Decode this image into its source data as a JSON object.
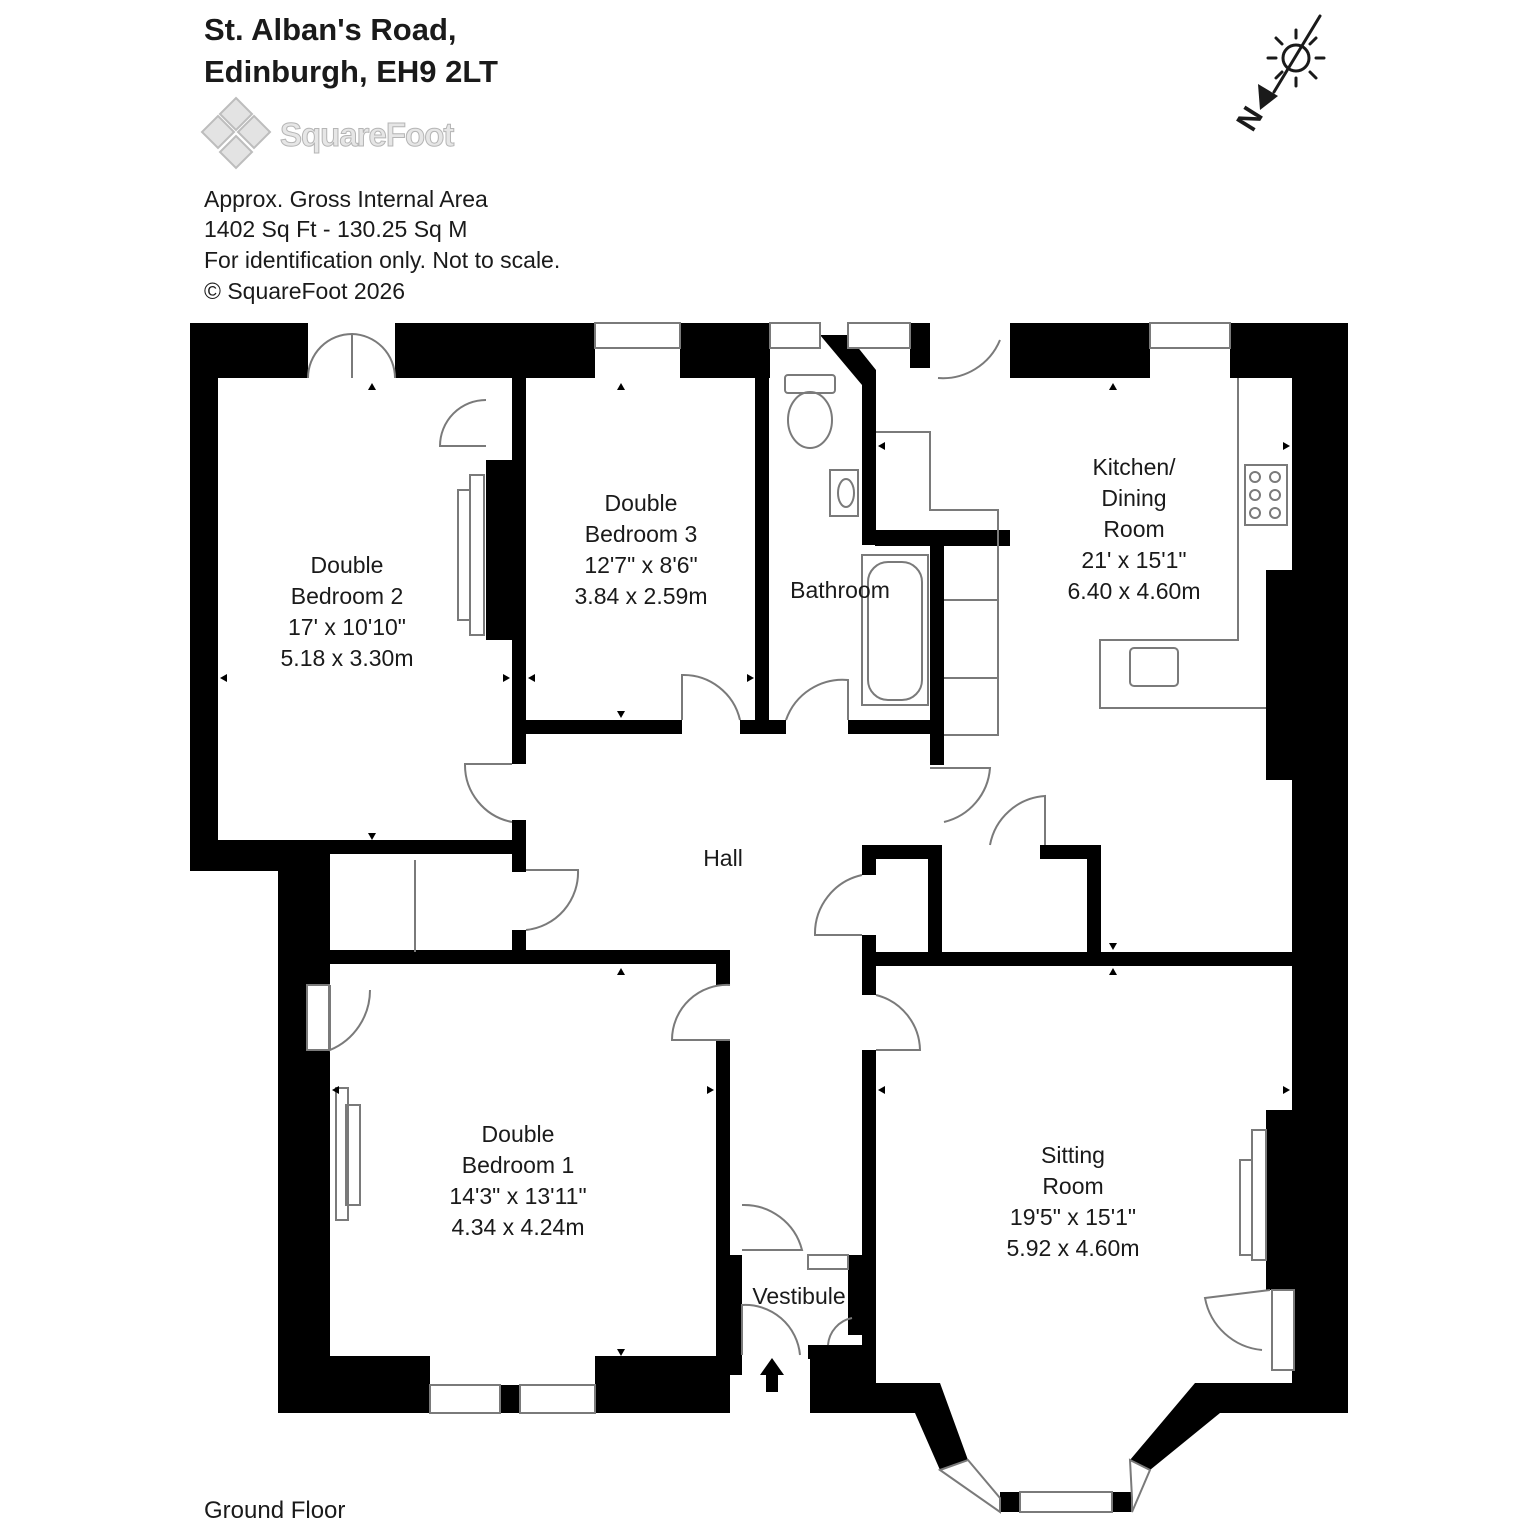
{
  "header": {
    "address_line1": "St. Alban's Road,",
    "address_line2": "Edinburgh, EH9 2LT",
    "logo": "SquareFoot",
    "area_title": "Approx. Gross Internal Area",
    "area_value": "1402 Sq Ft  -  130.25 Sq M",
    "disclaimer": "For identification only. Not to scale.",
    "copyright": "© SquareFoot 2026"
  },
  "compass": {
    "label": "N",
    "icon": "north-arrow-sun-icon"
  },
  "rooms": {
    "bedroom2": {
      "line1": "Double",
      "line2": "Bedroom 2",
      "imperial": "17' x 10'10\"",
      "metric": "5.18 x 3.30m"
    },
    "bedroom3": {
      "line1": "Double",
      "line2": "Bedroom 3",
      "imperial": "12'7\" x 8'6\"",
      "metric": "3.84 x 2.59m"
    },
    "bathroom": {
      "line1": "Bathroom"
    },
    "kitchen": {
      "line1": "Kitchen/",
      "line2": "Dining",
      "line3": "Room",
      "imperial": "21' x 15'1\"",
      "metric": "6.40 x 4.60m"
    },
    "hall": {
      "line1": "Hall"
    },
    "bedroom1": {
      "line1": "Double",
      "line2": "Bedroom 1",
      "imperial": "14'3\" x 13'11\"",
      "metric": "4.34 x 4.24m"
    },
    "vestibule": {
      "line1": "Vestibule"
    },
    "sitting": {
      "line1": "Sitting",
      "line2": "Room",
      "imperial": "19'5\" x 15'1\"",
      "metric": "5.92 x 4.60m"
    }
  },
  "footer": {
    "floor_label": "Ground Floor"
  },
  "colors": {
    "wall": "#000000",
    "fixture_line": "#7a7a7a",
    "logo": "#c9c9c9"
  }
}
